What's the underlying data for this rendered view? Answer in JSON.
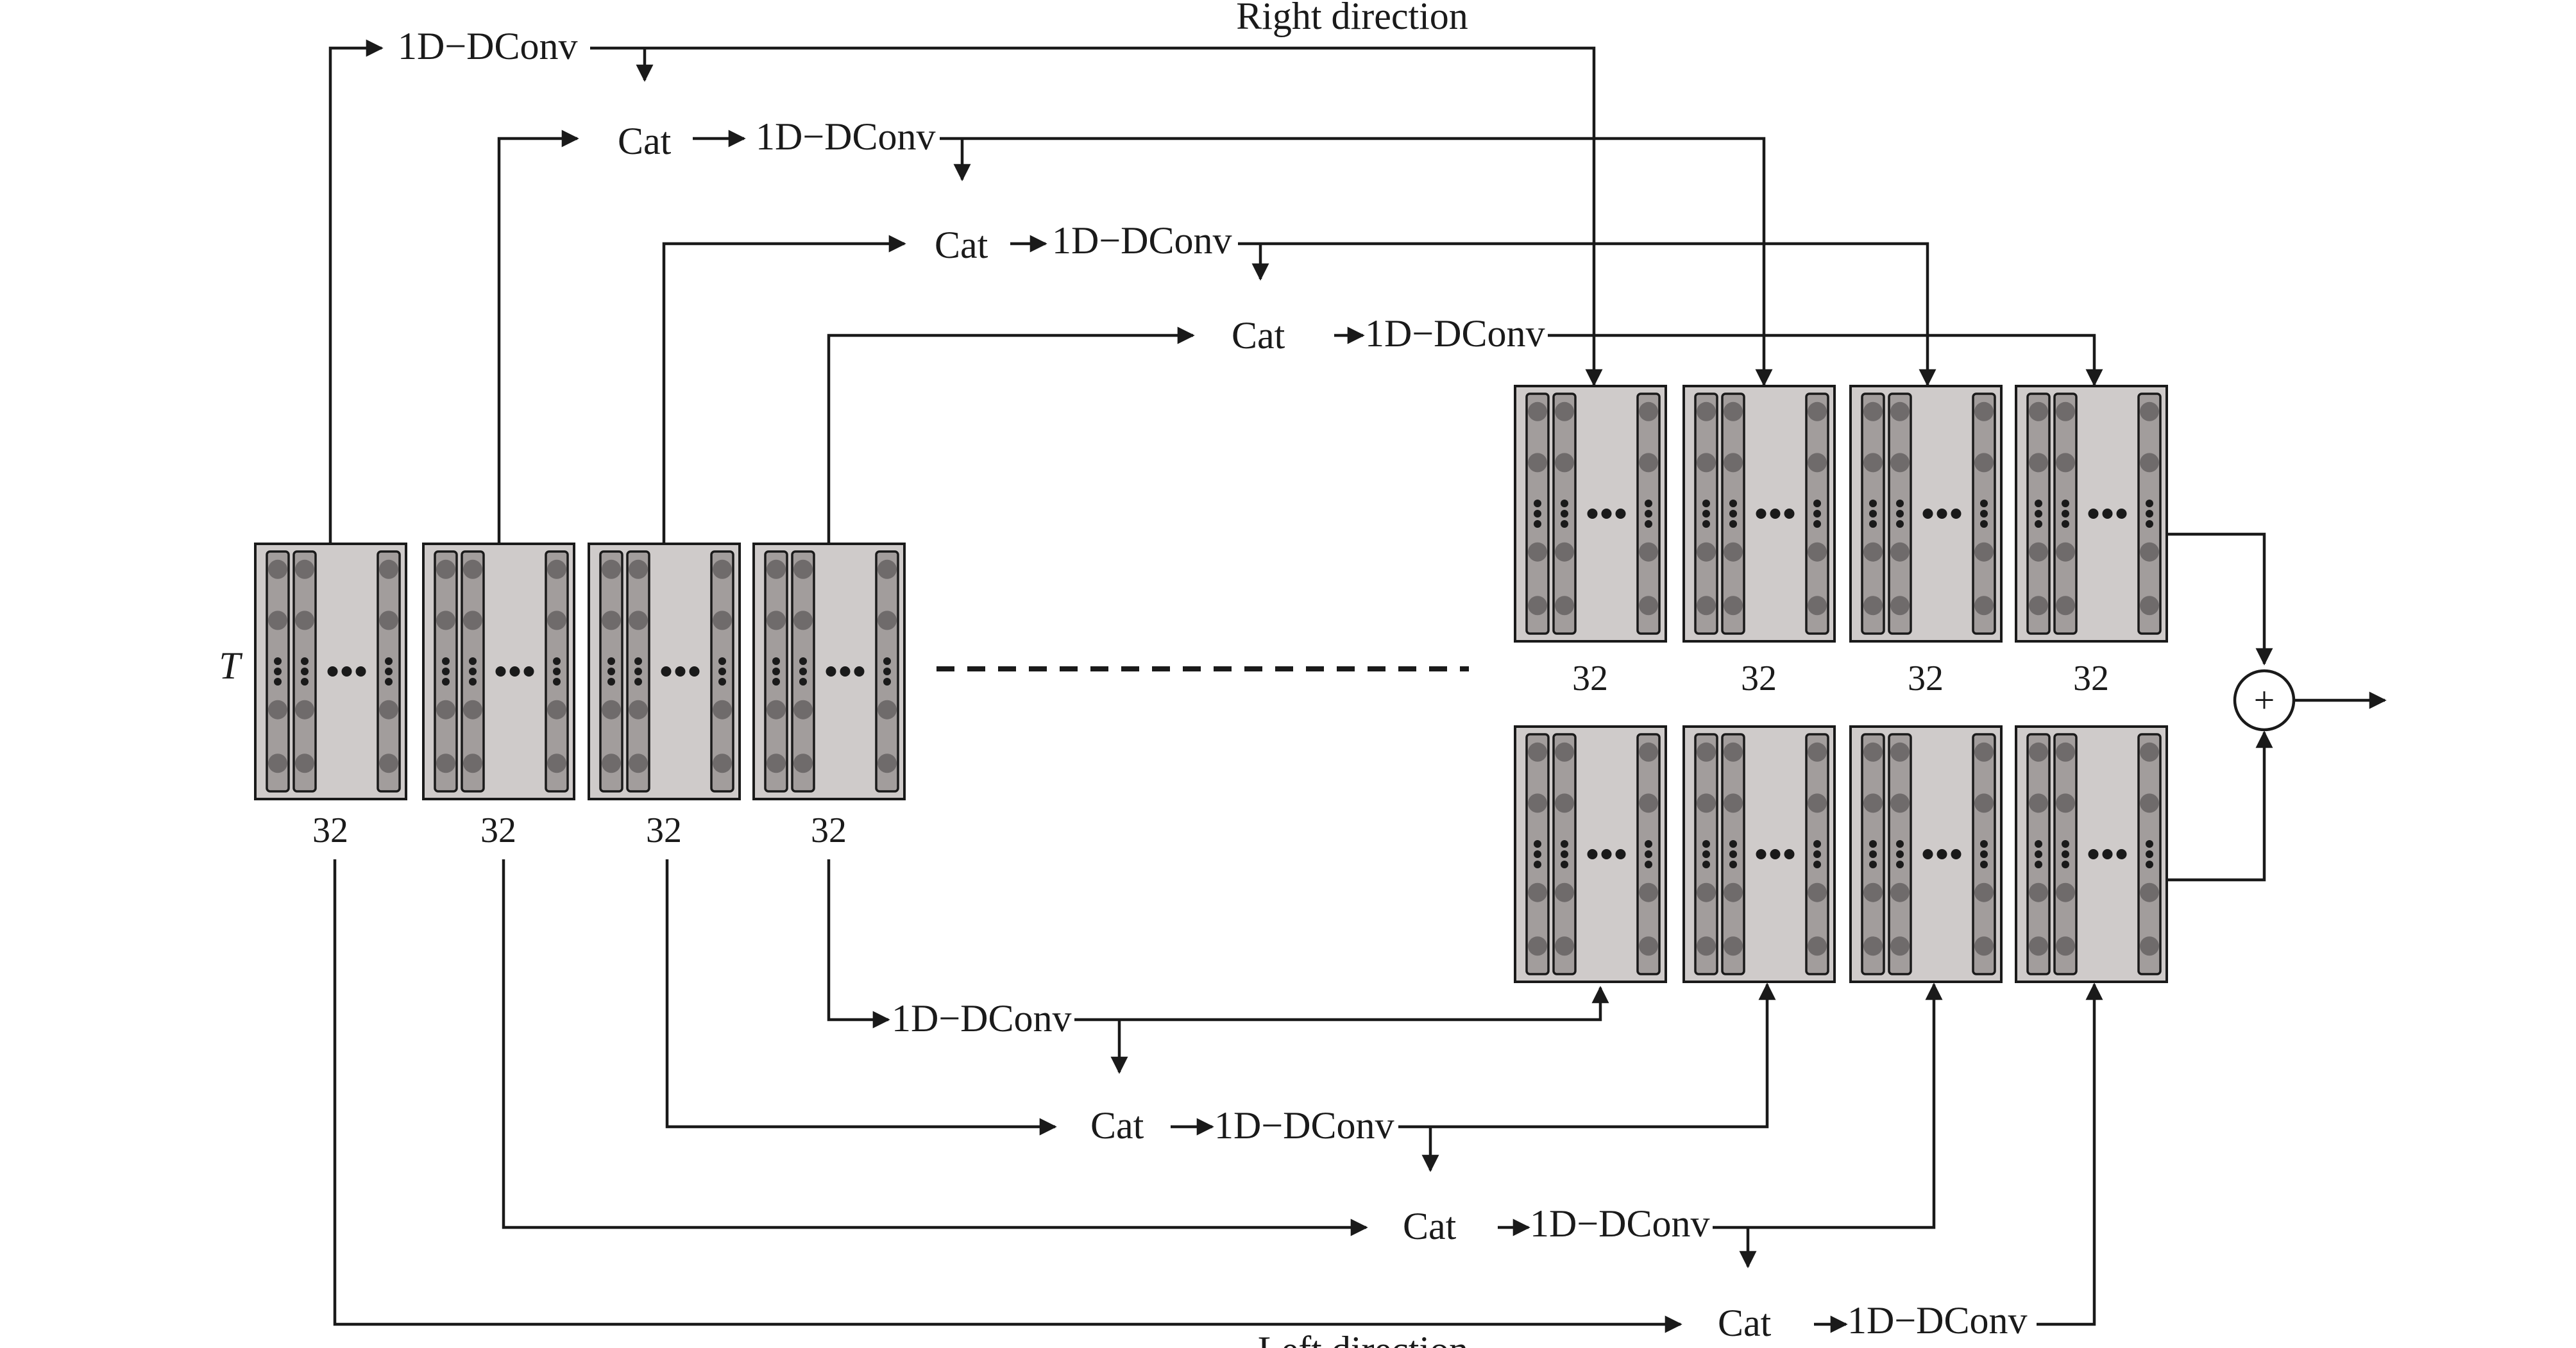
{
  "labels": {
    "right_direction": "Right direction",
    "left_direction": "Left direction",
    "input_symbol": "T",
    "plus": "+"
  },
  "modules": {
    "conv": "1D−DConv",
    "cat": "Cat"
  },
  "input_blocks": [
    "32",
    "32",
    "32",
    "32"
  ],
  "output_blocks_top": [
    "32",
    "32",
    "32",
    "32"
  ]
}
